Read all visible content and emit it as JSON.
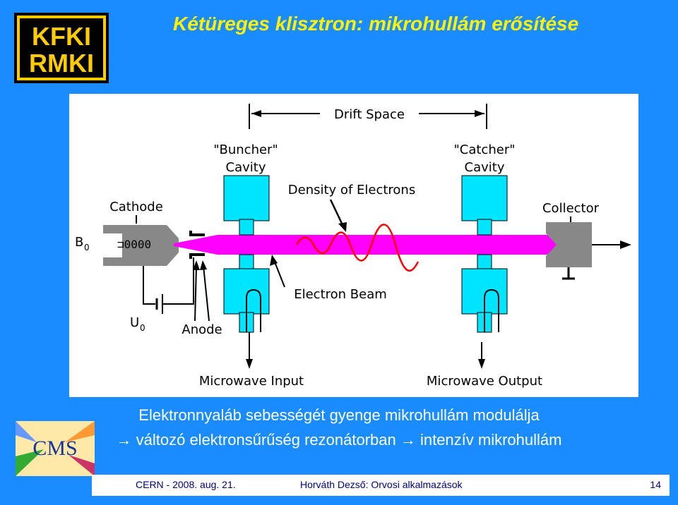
{
  "slide": {
    "title": "Kétüreges klisztron: mikrohullám erősítése",
    "caption_line1": "Elektronnyaláb sebességét gyenge mikrohullám modulálja",
    "caption_line2": "→ változó elektronsűrűség rezonátorban → intenzív mikrohullám"
  },
  "logos": {
    "kfki": {
      "row1": "KFKI",
      "row2": "RMKI"
    },
    "cms": "CMS"
  },
  "diagram": {
    "drift_space": "Drift Space",
    "buncher_line1": "\"Buncher\"",
    "buncher_line2": "Cavity",
    "catcher_line1": "\"Catcher\"",
    "catcher_line2": "Cavity",
    "density": "Density of Electrons",
    "cathode": "Cathode",
    "collector": "Collector",
    "b0": "B",
    "b0_sub": "0",
    "u0": "U",
    "u0_sub": "0",
    "anode": "Anode",
    "electron_beam": "Electron Beam",
    "microwave_input": "Microwave Input",
    "microwave_output": "Microwave Output"
  },
  "footer": {
    "left": "CERN - 2008. aug. 21.",
    "center": "Horváth Dezső: Orvosi alkalmazások",
    "page": "14"
  },
  "colors": {
    "background": "#1a8cff",
    "title": "#fff200",
    "cavity": "#00e5ff",
    "beam": "#ff00ff",
    "wave": "#ff0000",
    "metal": "#888888"
  }
}
